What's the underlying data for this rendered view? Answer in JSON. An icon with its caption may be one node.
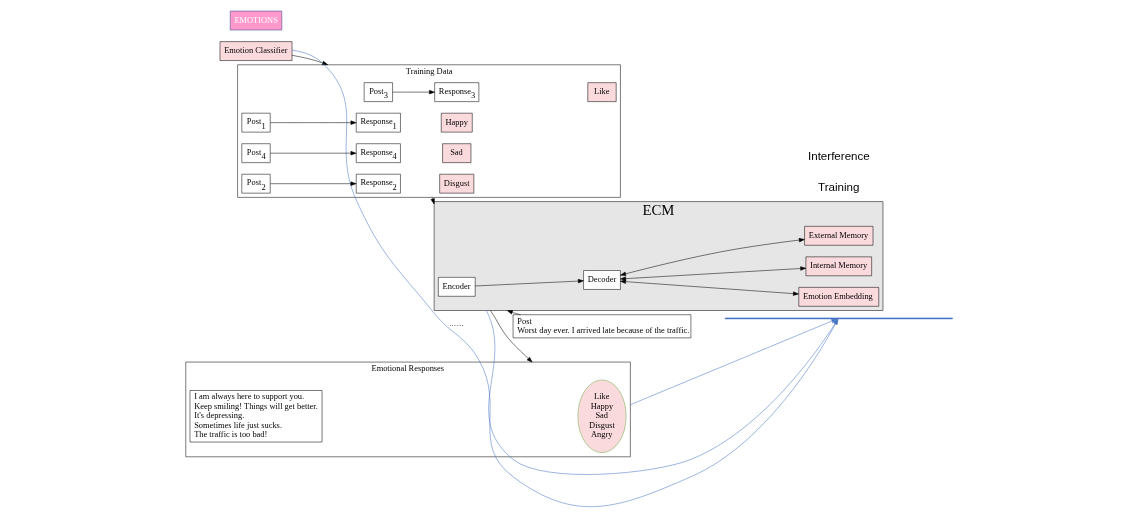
{
  "diagram": {
    "nodes": [
      {
        "text": [
          "EMOTIONS"
        ]
      },
      {
        "text": [
          "Emotion Classifier"
        ]
      },
      {
        "text": [
          "Training Data"
        ]
      },
      {
        "text": [
          "Post$_{3}$"
        ],
        "in": 2
      },
      {
        "text": [
          "Response$_{3}$"
        ],
        "in": 2
      },
      {
        "text": [
          "Like"
        ],
        "in": 2
      },
      {
        "text": [
          "Post$_{1}$"
        ],
        "in": 2
      },
      {
        "text": [
          "Response$_{1}$"
        ],
        "in": 2
      },
      {
        "text": [
          "Happy"
        ],
        "in": 2
      },
      {
        "text": [
          "Post$_{4}$"
        ],
        "in": 2
      },
      {
        "text": [
          "Response$_{4}$"
        ],
        "in": 2
      },
      {
        "text": [
          "Sad"
        ],
        "in": 2
      },
      {
        "text": [
          "Post$_{2}$"
        ],
        "in": 2
      },
      {
        "text": [
          "Response$_{2}$"
        ],
        "in": 2
      },
      {
        "text": [
          "Disgust"
        ],
        "in": 2
      },
      {
        "text": [
          "ECM"
        ]
      },
      {
        "text": [
          "Encoder"
        ],
        "in": 15
      },
      {
        "text": [
          "Decoder"
        ],
        "in": 15
      },
      {
        "text": [
          "Emotion Embedding"
        ],
        "in": 15
      },
      {
        "text": [
          "Internal Memory"
        ],
        "in": 15
      },
      {
        "text": [
          "External Memory"
        ],
        "in": 15
      },
      {
        "text": [
          "Post",
          "Worst day ever. I arrived late because of the traffic."
        ]
      },
      {
        "text": [
          "Emotional Responses"
        ]
      },
      {
        "text": [
          "Like",
          "Happy",
          "Sad",
          "Disgust",
          "Angry"
        ],
        "in": 22
      },
      {
        "text": [
          "I am always here to support you.",
          "Keep smiling! Things will get better.",
          "It's depressing.",
          "Sometimes life just sucks.",
          "The traffic is too bad!"
        ],
        "in": 22
      },
      {
        "text": [],
        "shape": "bar"
      }
    ],
    "edges": [
      {
        "from": 1,
        "to": 2,
        "arrow": "to"
      },
      {
        "from": 3,
        "to": 4,
        "arrow": "to"
      },
      {
        "from": 6,
        "to": 7,
        "arrow": "to"
      },
      {
        "from": 9,
        "to": 10,
        "arrow": "to"
      },
      {
        "from": 12,
        "to": 13,
        "arrow": "to"
      },
      {
        "from": 2,
        "to": 15,
        "arrow": "to"
      },
      {
        "from": 21,
        "to": 15,
        "arrow": "to"
      },
      {
        "from": 16,
        "to": 17,
        "arrow": "to"
      },
      {
        "from": 17,
        "to": 18,
        "arrow": "both"
      },
      {
        "from": 17,
        "to": 19,
        "arrow": "both"
      },
      {
        "from": 17,
        "to": 20,
        "arrow": "both"
      },
      {
        "from": 15,
        "to": 22,
        "arrow": "to"
      },
      {
        "from": 1,
        "to": 25,
        "arrow": "to",
        "color": "#4472c4"
      },
      {
        "from": 15,
        "to": 25,
        "arrow": "to",
        "color": "#4472c4"
      },
      {
        "from": 22,
        "to": 25,
        "arrow": "to",
        "color": "#4472c4"
      }
    ],
    "labels": [
      "……",
      "Training",
      "Interference"
    ]
  }
}
